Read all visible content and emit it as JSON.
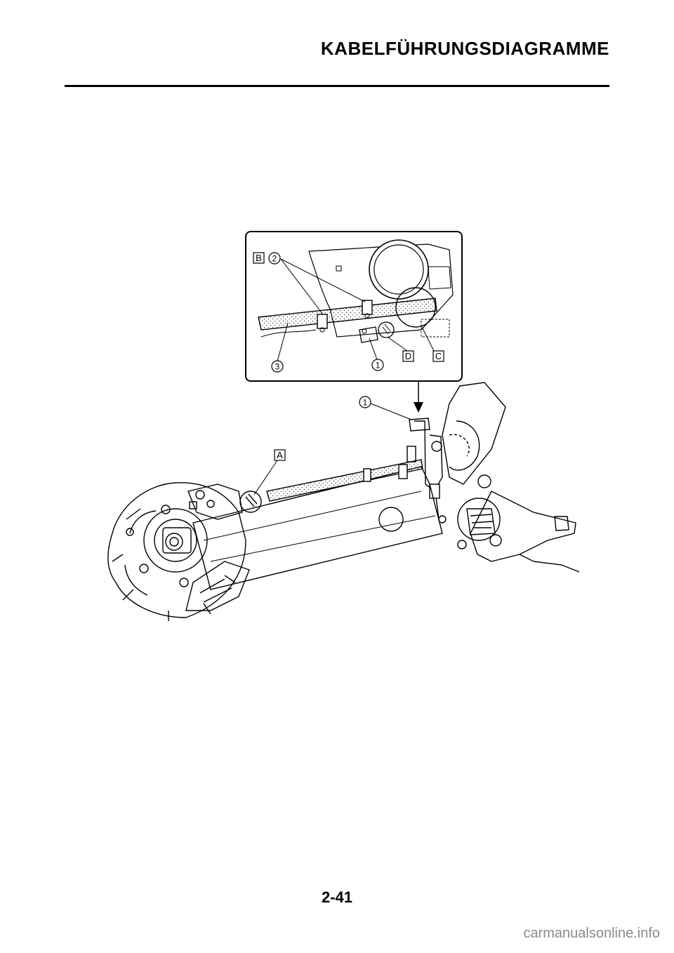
{
  "header": {
    "title": "KABELFÜHRUNGSDIAGRAMME"
  },
  "figure": {
    "callouts": {
      "one": "1",
      "two": "2",
      "three": "3",
      "one_inset": "1"
    },
    "letters": {
      "a": "A",
      "b": "B",
      "c": "C",
      "d": "D"
    }
  },
  "footer": {
    "page_number": "2-41"
  },
  "watermark": {
    "text": "carmanualsonline.info"
  }
}
